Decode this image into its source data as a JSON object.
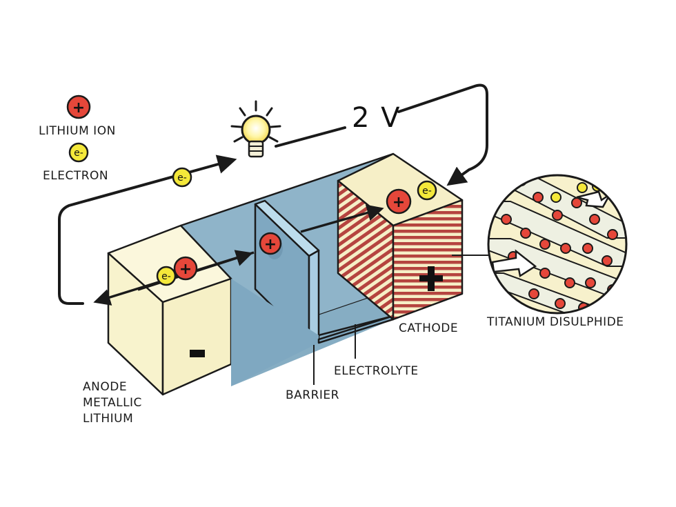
{
  "legend": {
    "ion_label": "LITHIUM ION",
    "electron_label": "ELECTRON",
    "ion_symbol": "+",
    "electron_symbol": "e-"
  },
  "circuit": {
    "voltage": "2 V"
  },
  "labels": {
    "anode": [
      "ANODE",
      "METALLIC",
      "LITHIUM"
    ],
    "barrier": "BARRIER",
    "electrolyte": "ELECTROLYTE",
    "cathode": "CATHODE",
    "titanium": "TITANIUM DISULPHIDE"
  },
  "terminals": {
    "anode_sign": "−",
    "cathode_sign": "+"
  },
  "colors": {
    "anode": "#f8f3cd",
    "electrolyte": "#7fa8c1",
    "barrier": "#a9cde2",
    "cathode_top": "#f6efc7",
    "cathode_stripe": "#b5443f",
    "ion": "#e5473a",
    "electron": "#f4e83a",
    "bulb": "#fff4a0",
    "outline": "#1a1a1a"
  },
  "icons": [
    "light-bulb-icon",
    "lithium-ion-icon",
    "electron-icon"
  ]
}
